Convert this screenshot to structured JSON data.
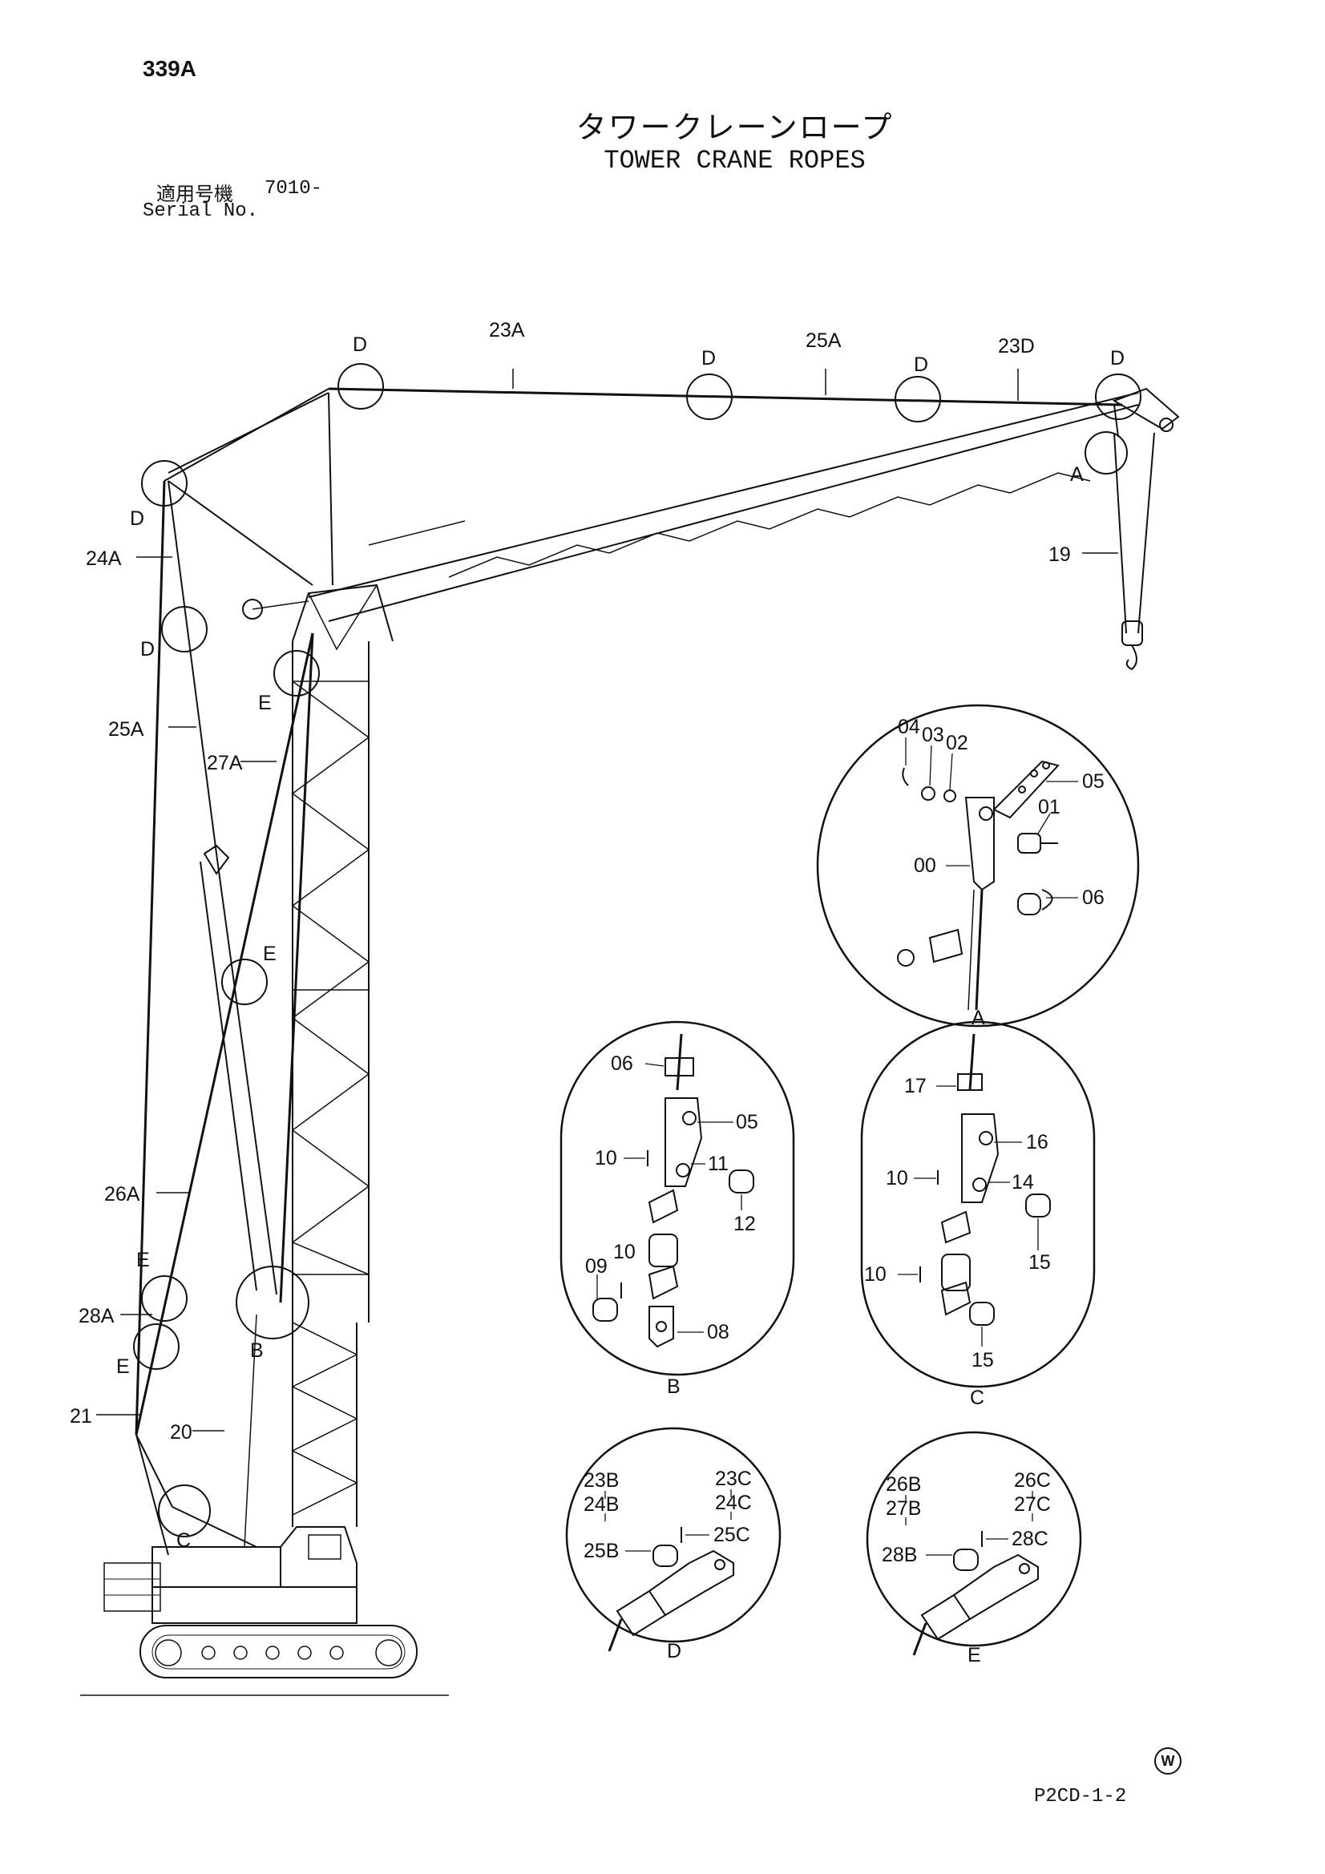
{
  "page_number": "339A",
  "title_jp": "タワークレーンロープ",
  "title_en": "TOWER CRANE ROPES",
  "serial": {
    "label_jp": "適用号機",
    "label_en": "Serial No.",
    "value": "7010-"
  },
  "drawing_code": "P2CD-1-2",
  "mark": "W",
  "callouts": {
    "c23A": "23A",
    "c25A_top": "25A",
    "c23D": "23D",
    "d1": "D",
    "d2": "D",
    "d3": "D",
    "d4": "D",
    "d5": "D",
    "d6": "D",
    "c24A": "24A",
    "c25A_side": "25A",
    "c27A": "27A",
    "c26A": "26A",
    "c28A": "28A",
    "c21": "21",
    "c20": "20",
    "c19": "19",
    "e1": "E",
    "e2": "E",
    "e3": "E",
    "e4": "E",
    "lA": "A",
    "lB": "B",
    "lC": "C"
  },
  "detail_A": {
    "label": "A",
    "parts": [
      "04",
      "03",
      "02",
      "05",
      "01",
      "00",
      "06"
    ]
  },
  "detail_B": {
    "label": "B",
    "parts": [
      "06",
      "05",
      "10",
      "11",
      "12",
      "09",
      "10",
      "08"
    ]
  },
  "detail_C": {
    "label": "C",
    "parts": [
      "17",
      "16",
      "10",
      "14",
      "10",
      "15",
      "15"
    ]
  },
  "detail_D": {
    "label": "D",
    "parts": [
      "23B",
      "24B",
      "25B",
      "23C",
      "24C",
      "25C"
    ]
  },
  "detail_E": {
    "label": "E",
    "parts": [
      "26B",
      "27B",
      "28B",
      "26C",
      "27C",
      "28C"
    ]
  }
}
